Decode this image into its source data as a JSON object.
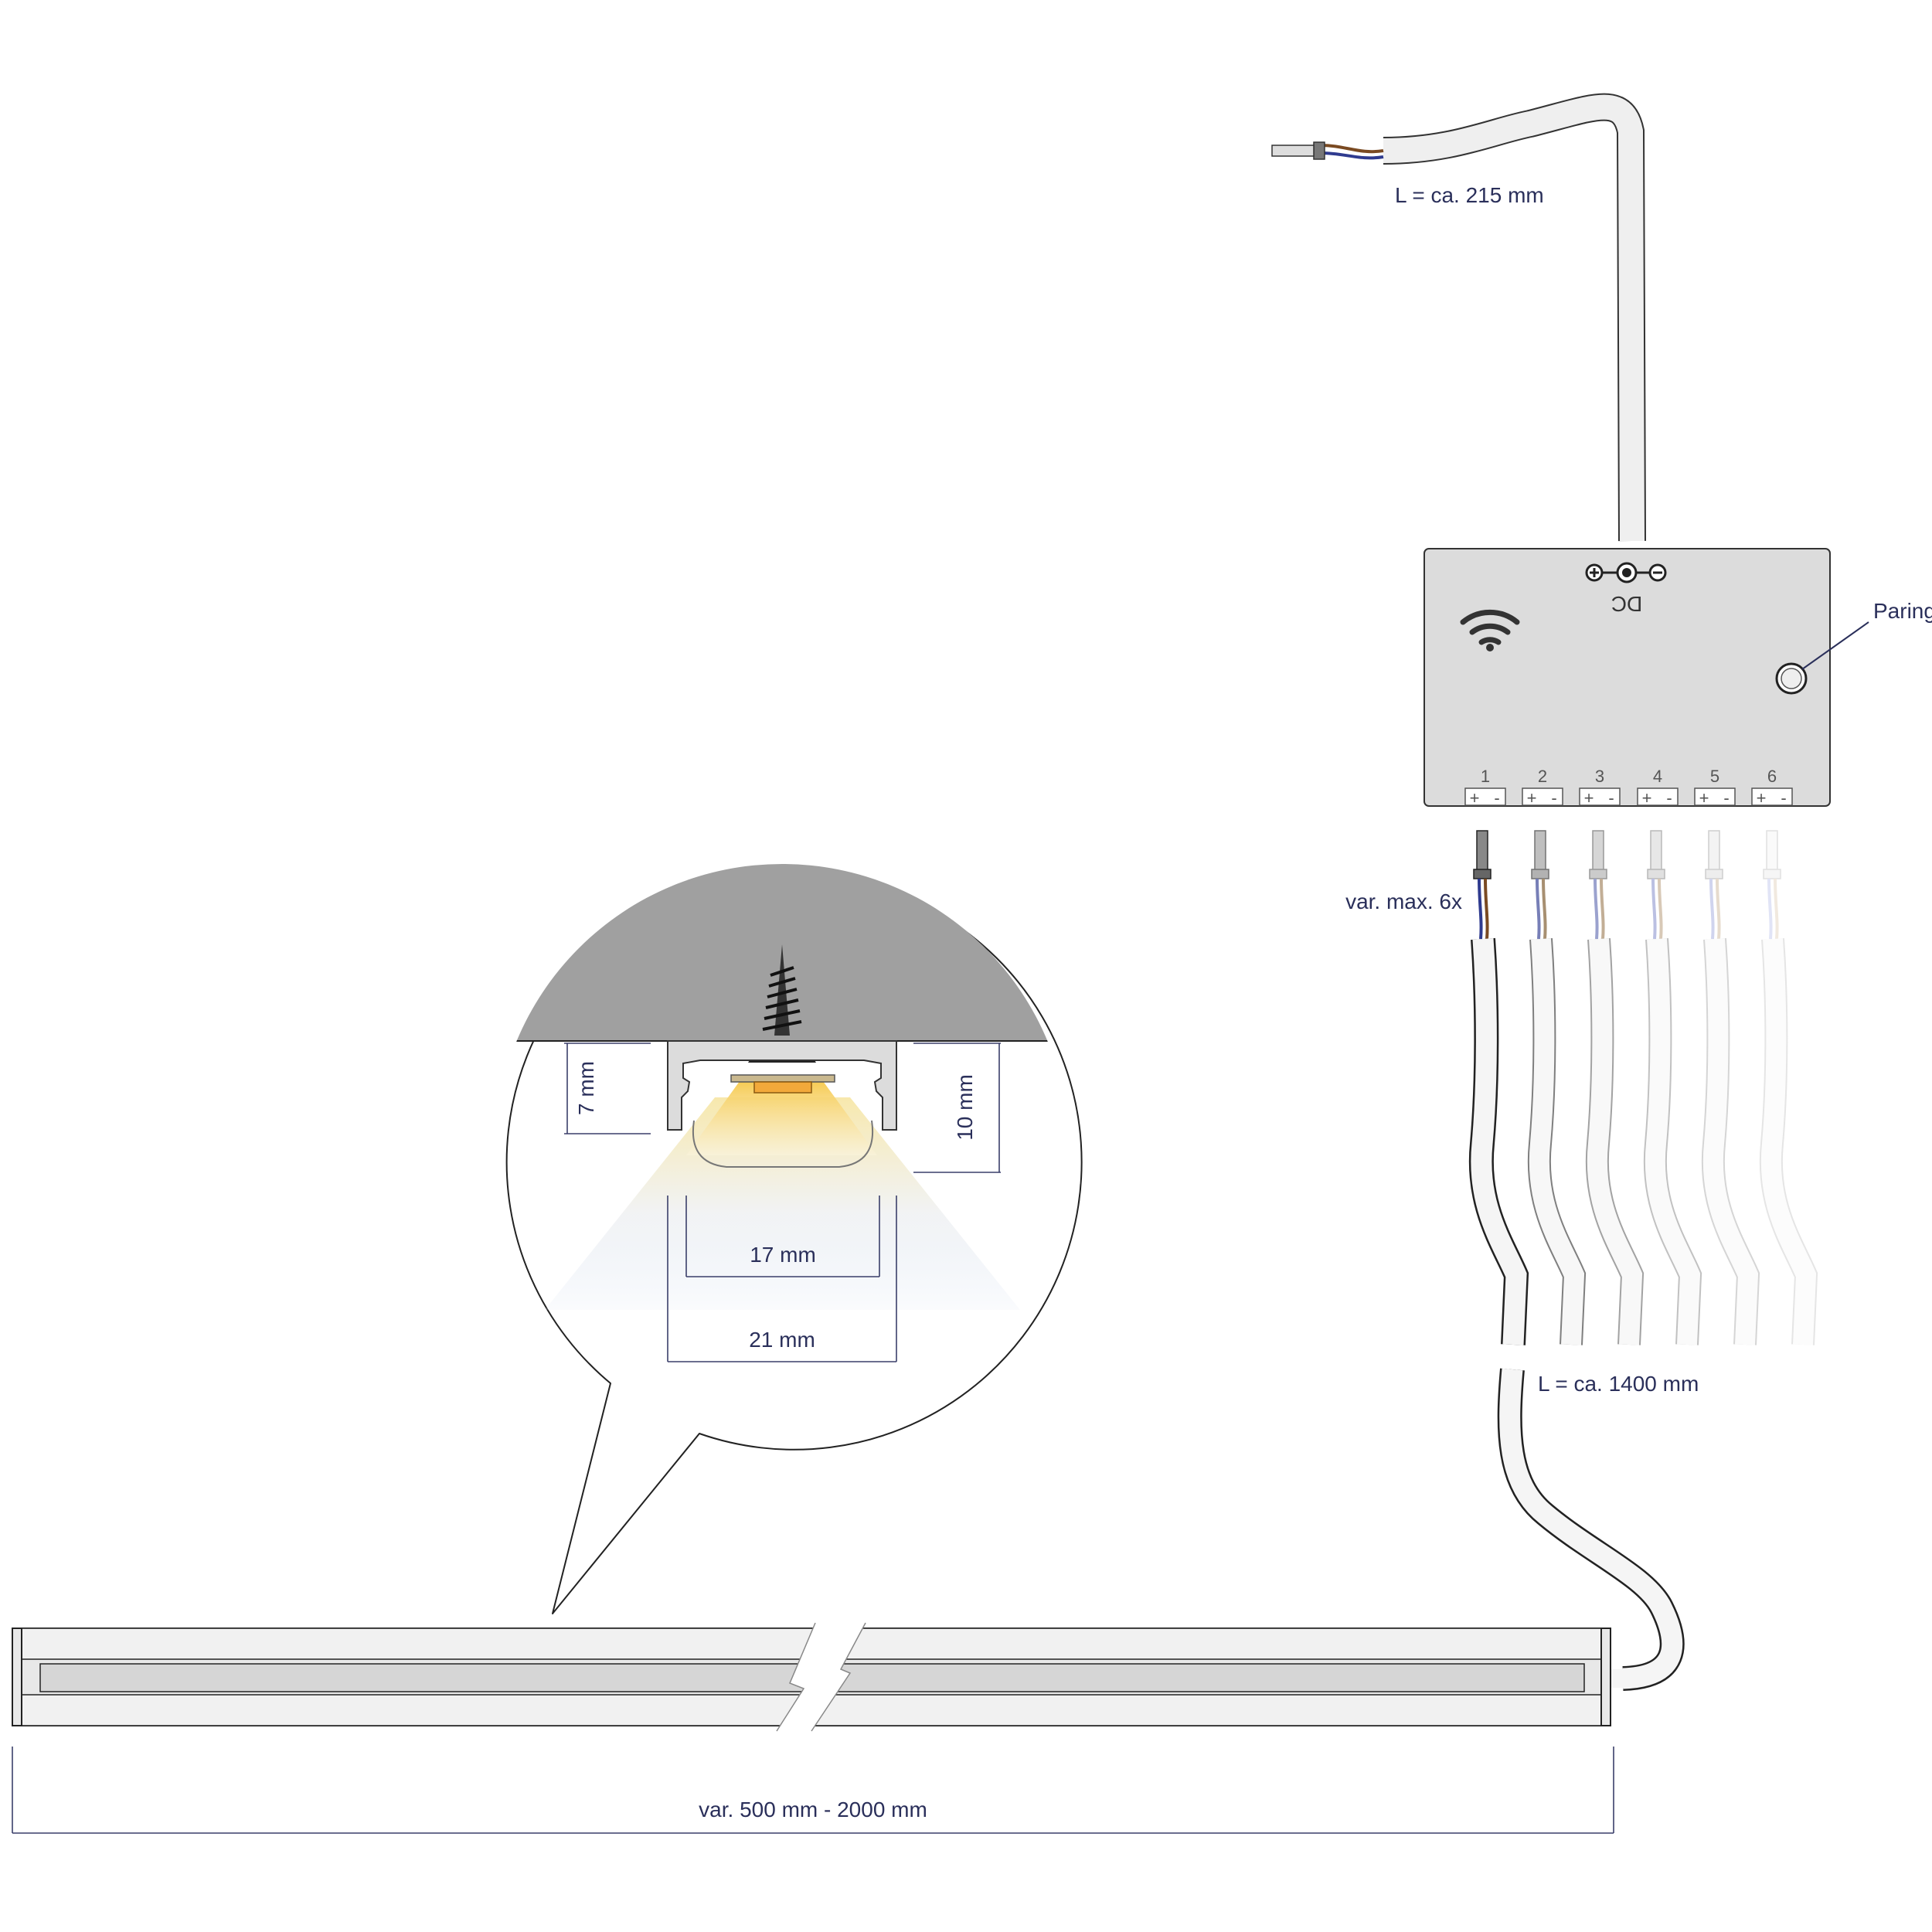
{
  "labels": {
    "cable_top_length": "L = ca. 215 mm",
    "dc": "DC",
    "pairing": "Paring",
    "outputs_count": "var. max. 6x",
    "cable_bottom_length": "L = ca. 1400 mm",
    "profile_length": "var. 500 mm - 2000 mm",
    "dim_height_outer": "7 mm",
    "dim_height_inner": "10 mm",
    "dim_width_inner": "17 mm",
    "dim_width_outer": "21 mm"
  },
  "channels": [
    {
      "number": "1",
      "plus": "+",
      "minus": "-"
    },
    {
      "number": "2",
      "plus": "+",
      "minus": "-"
    },
    {
      "number": "3",
      "plus": "+",
      "minus": "-"
    },
    {
      "number": "4",
      "plus": "+",
      "minus": "-"
    },
    {
      "number": "5",
      "plus": "+",
      "minus": "-"
    },
    {
      "number": "6",
      "plus": "+",
      "minus": "-"
    }
  ],
  "icons": {
    "wifi": "wifi-icon",
    "dc_polarity": "dc-polarity-icon",
    "pairing_button": "pairing-button-icon",
    "screw": "screw-icon"
  },
  "colors": {
    "housing": "#dcdcdc",
    "ceiling": "#a0a0a0",
    "led": "#f2a93b",
    "wire_blue": "#2f3b8f",
    "wire_brown": "#7a4a22",
    "callout_line": "#2a2f5a"
  }
}
